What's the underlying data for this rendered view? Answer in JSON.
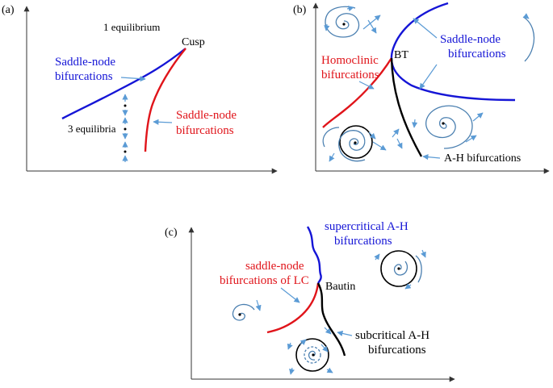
{
  "panel_a": {
    "tag": "(a)",
    "label_one_equilibrium": "1 equilibrium",
    "label_cusp": "Cusp",
    "label_saddle_node_blue_line1": "Saddle-node",
    "label_saddle_node_blue_line2": "bifurcations",
    "label_three_equilibria": "3 equilibria",
    "label_saddle_node_red_line1": "Saddle-node",
    "label_saddle_node_red_line2": "bifurcations"
  },
  "panel_b": {
    "tag": "(b)",
    "label_bt": "BT",
    "label_saddle_node_line1": "Saddle-node",
    "label_saddle_node_line2": "bifurcations",
    "label_homoclinic_line1": "Homoclinic",
    "label_homoclinic_line2": "bifurcations",
    "label_ah": "A-H bifurcations"
  },
  "panel_c": {
    "tag": "(c)",
    "label_supercritical_line1": "supercritical A-H",
    "label_supercritical_line2": "bifurcations",
    "label_saddle_node_lc_line1": "saddle-node",
    "label_saddle_node_lc_line2": "bifurcations of LC",
    "label_bautin": "Bautin",
    "label_subcritical_line1": "subcritical A-H",
    "label_subcritical_line2": "bifurcations"
  },
  "colors": {
    "blue_curve": "#1515d6",
    "red_curve": "#e0141a",
    "black_curve": "#000000",
    "arrow": "#5b9bd5",
    "trajectory": "#4a7fb0"
  },
  "icons": [
    "arrow-icon",
    "spiral-trajectory-icon",
    "limit-cycle-icon"
  ]
}
